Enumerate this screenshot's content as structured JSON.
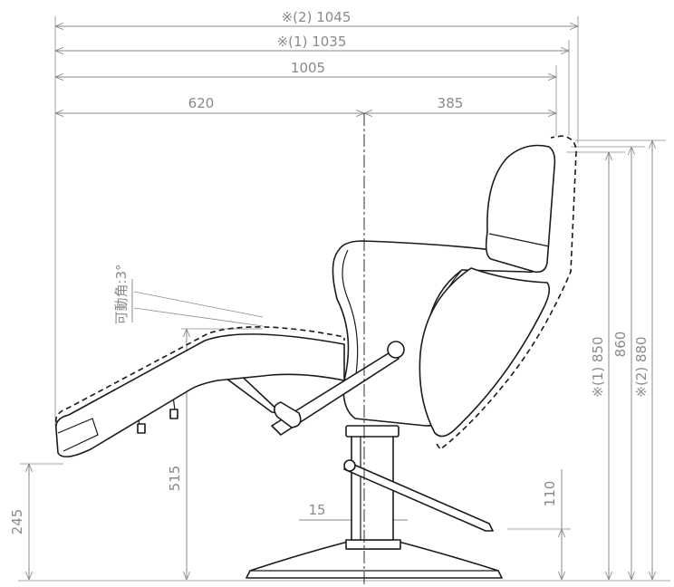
{
  "dimensions": {
    "overall_width_2": "※(2) 1045",
    "overall_width_1": "※(1) 1035",
    "overall_width": "1005",
    "front_length": "620",
    "rear_length": "385",
    "tilt_angle": "可動角:3°",
    "seat_height": "515",
    "footrest_height": "245",
    "base_offset": "15",
    "base_height": "110",
    "height_1": "※(1) 850",
    "height_mid": "860",
    "height_2": "※(2) 880"
  },
  "colors": {
    "dimension": "#8a8a8a",
    "outline": "#1a1a1a"
  }
}
